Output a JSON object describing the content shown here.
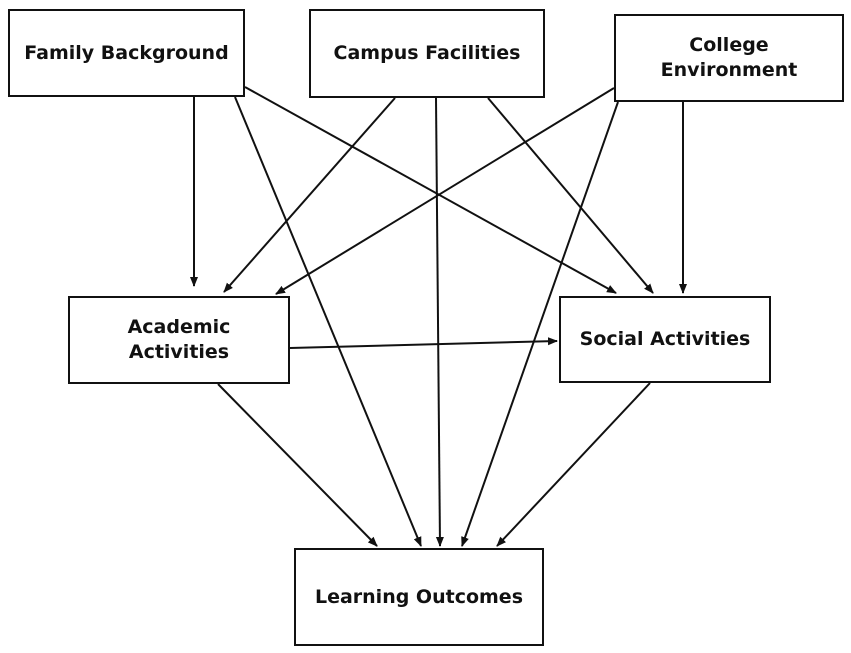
{
  "diagram": {
    "nodes": {
      "family": {
        "lines": [
          "Family Background"
        ]
      },
      "campus": {
        "lines": [
          "Campus Facilities"
        ]
      },
      "college": {
        "lines": [
          "College",
          "Environment"
        ]
      },
      "academic": {
        "lines": [
          "Academic",
          "Activities"
        ]
      },
      "social": {
        "lines": [
          "Social Activities"
        ]
      },
      "learning": {
        "lines": [
          "Learning Outcomes"
        ]
      }
    },
    "edges": [
      {
        "from": "family",
        "to": "academic"
      },
      {
        "from": "family",
        "to": "learning"
      },
      {
        "from": "family",
        "to": "social"
      },
      {
        "from": "campus",
        "to": "academic"
      },
      {
        "from": "campus",
        "to": "learning"
      },
      {
        "from": "campus",
        "to": "social"
      },
      {
        "from": "college",
        "to": "academic"
      },
      {
        "from": "college",
        "to": "learning"
      },
      {
        "from": "college",
        "to": "social"
      },
      {
        "from": "academic",
        "to": "social"
      },
      {
        "from": "academic",
        "to": "learning"
      },
      {
        "from": "social",
        "to": "learning"
      }
    ],
    "colors": {
      "stroke": "#111111",
      "background": "#ffffff"
    }
  }
}
